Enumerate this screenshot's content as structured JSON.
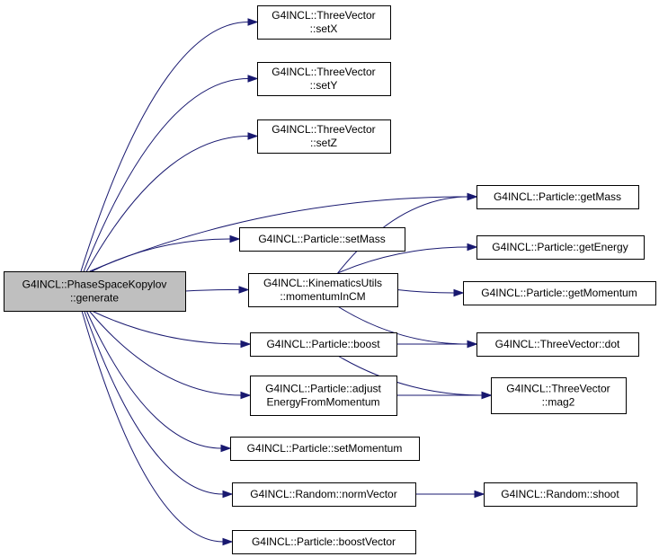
{
  "nodes": {
    "generate": [
      "G4INCL::PhaseSpaceKopylov",
      "::generate"
    ],
    "setX": [
      "G4INCL::ThreeVector",
      "::setX"
    ],
    "setY": [
      "G4INCL::ThreeVector",
      "::setY"
    ],
    "setZ": [
      "G4INCL::ThreeVector",
      "::setZ"
    ],
    "getMass": [
      "G4INCL::Particle::getMass"
    ],
    "setMass": [
      "G4INCL::Particle::setMass"
    ],
    "momentumInCM": [
      "G4INCL::KinematicsUtils",
      "::momentumInCM"
    ],
    "getEnergy": [
      "G4INCL::Particle::getEnergy"
    ],
    "getMomentum": [
      "G4INCL::Particle::getMomentum"
    ],
    "boost": [
      "G4INCL::Particle::boost"
    ],
    "dot": [
      "G4INCL::ThreeVector::dot"
    ],
    "adjustEnergy": [
      "G4INCL::Particle::adjust",
      "EnergyFromMomentum"
    ],
    "mag2": [
      "G4INCL::ThreeVector",
      "::mag2"
    ],
    "setMomentum": [
      "G4INCL::Particle::setMomentum"
    ],
    "normVector": [
      "G4INCL::Random::normVector"
    ],
    "shoot": [
      "G4INCL::Random::shoot"
    ],
    "boostVector": [
      "G4INCL::Particle::boostVector"
    ]
  },
  "edges": [
    [
      "generate",
      "setX"
    ],
    [
      "generate",
      "setY"
    ],
    [
      "generate",
      "setZ"
    ],
    [
      "generate",
      "getMass"
    ],
    [
      "generate",
      "setMass"
    ],
    [
      "generate",
      "momentumInCM"
    ],
    [
      "generate",
      "boost"
    ],
    [
      "generate",
      "adjustEnergy"
    ],
    [
      "generate",
      "setMomentum"
    ],
    [
      "generate",
      "normVector"
    ],
    [
      "generate",
      "boostVector"
    ],
    [
      "momentumInCM",
      "getMass"
    ],
    [
      "momentumInCM",
      "getEnergy"
    ],
    [
      "momentumInCM",
      "getMomentum"
    ],
    [
      "momentumInCM",
      "dot"
    ],
    [
      "boost",
      "dot"
    ],
    [
      "boost",
      "mag2"
    ],
    [
      "adjustEnergy",
      "mag2"
    ],
    [
      "normVector",
      "shoot"
    ]
  ],
  "colors": {
    "edge": "#191970",
    "root_fill": "#bfbfbf",
    "node_fill": "#ffffff",
    "border": "#000000"
  }
}
